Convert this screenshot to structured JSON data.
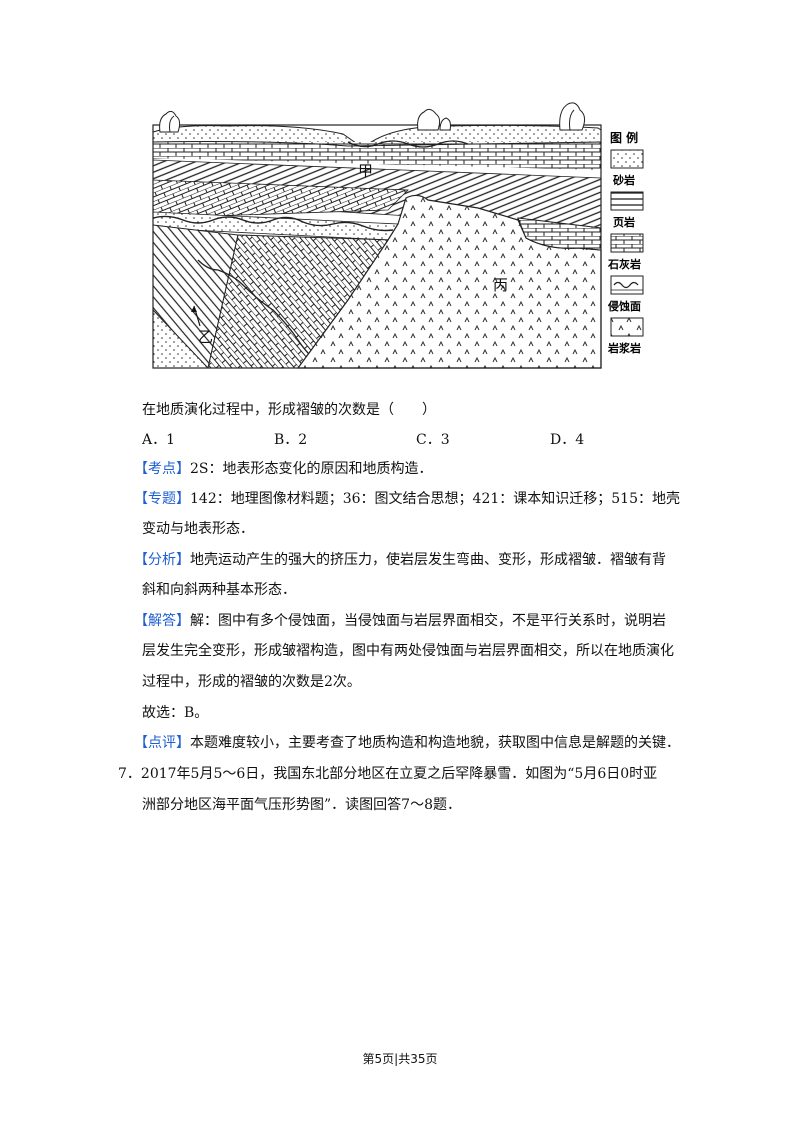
{
  "figure": {
    "legend_title": "图 例",
    "legend": [
      "砂岩",
      "页岩",
      "石灰岩",
      "侵蚀面",
      "岩浆岩"
    ],
    "labels": {
      "jia": "甲",
      "yi": "乙",
      "bing": "丙"
    }
  },
  "question": {
    "stem": "在地质演化过程中，形成褶皱的次数是（　　）",
    "options": [
      {
        "letter": "A．",
        "value": "1"
      },
      {
        "letter": "B．",
        "value": "2"
      },
      {
        "letter": "C．",
        "value": "3"
      },
      {
        "letter": "D．",
        "value": "4"
      }
    ]
  },
  "kaodian": {
    "tag": "【考点】",
    "text": "2S：地表形态变化的原因和地质构造．"
  },
  "zhuanti": {
    "tag": "【专题】",
    "line1": "142：地理图像材料题；36：图文结合思想；421：课本知识迁移；515：地壳",
    "line2": "变动与地表形态．"
  },
  "fenxi": {
    "tag": "【分析】",
    "line1": "地壳运动产生的强大的挤压力，使岩层发生弯曲、变形，形成褶皱．褶皱有背",
    "line2": "斜和向斜两种基本形态．"
  },
  "jieda": {
    "tag": "【解答】",
    "line1": "解：图中有多个侵蚀面，当侵蚀面与岩层界面相交，不是平行关系时，说明岩",
    "line2": "层发生完全变形，形成皱褶构造，图中有两处侵蚀面与岩层界面相交，所以在地质演化",
    "line3": "过程中，形成的褶皱的次数是2次。"
  },
  "answer": "故选：B。",
  "dianping": {
    "tag": "【点评】",
    "text": "本题难度较小，主要考查了地质构造和构造地貌，获取图中信息是解题的关键．"
  },
  "q7": {
    "number": "7．",
    "line1": "2017年5月5～6日，我国东北部分地区在立夏之后罕降暴雪．如图为“5月6日0时亚",
    "line2": "洲部分地区海平面气压形势图”．读图回答7～8题．"
  },
  "footer": "第5页|共35页"
}
